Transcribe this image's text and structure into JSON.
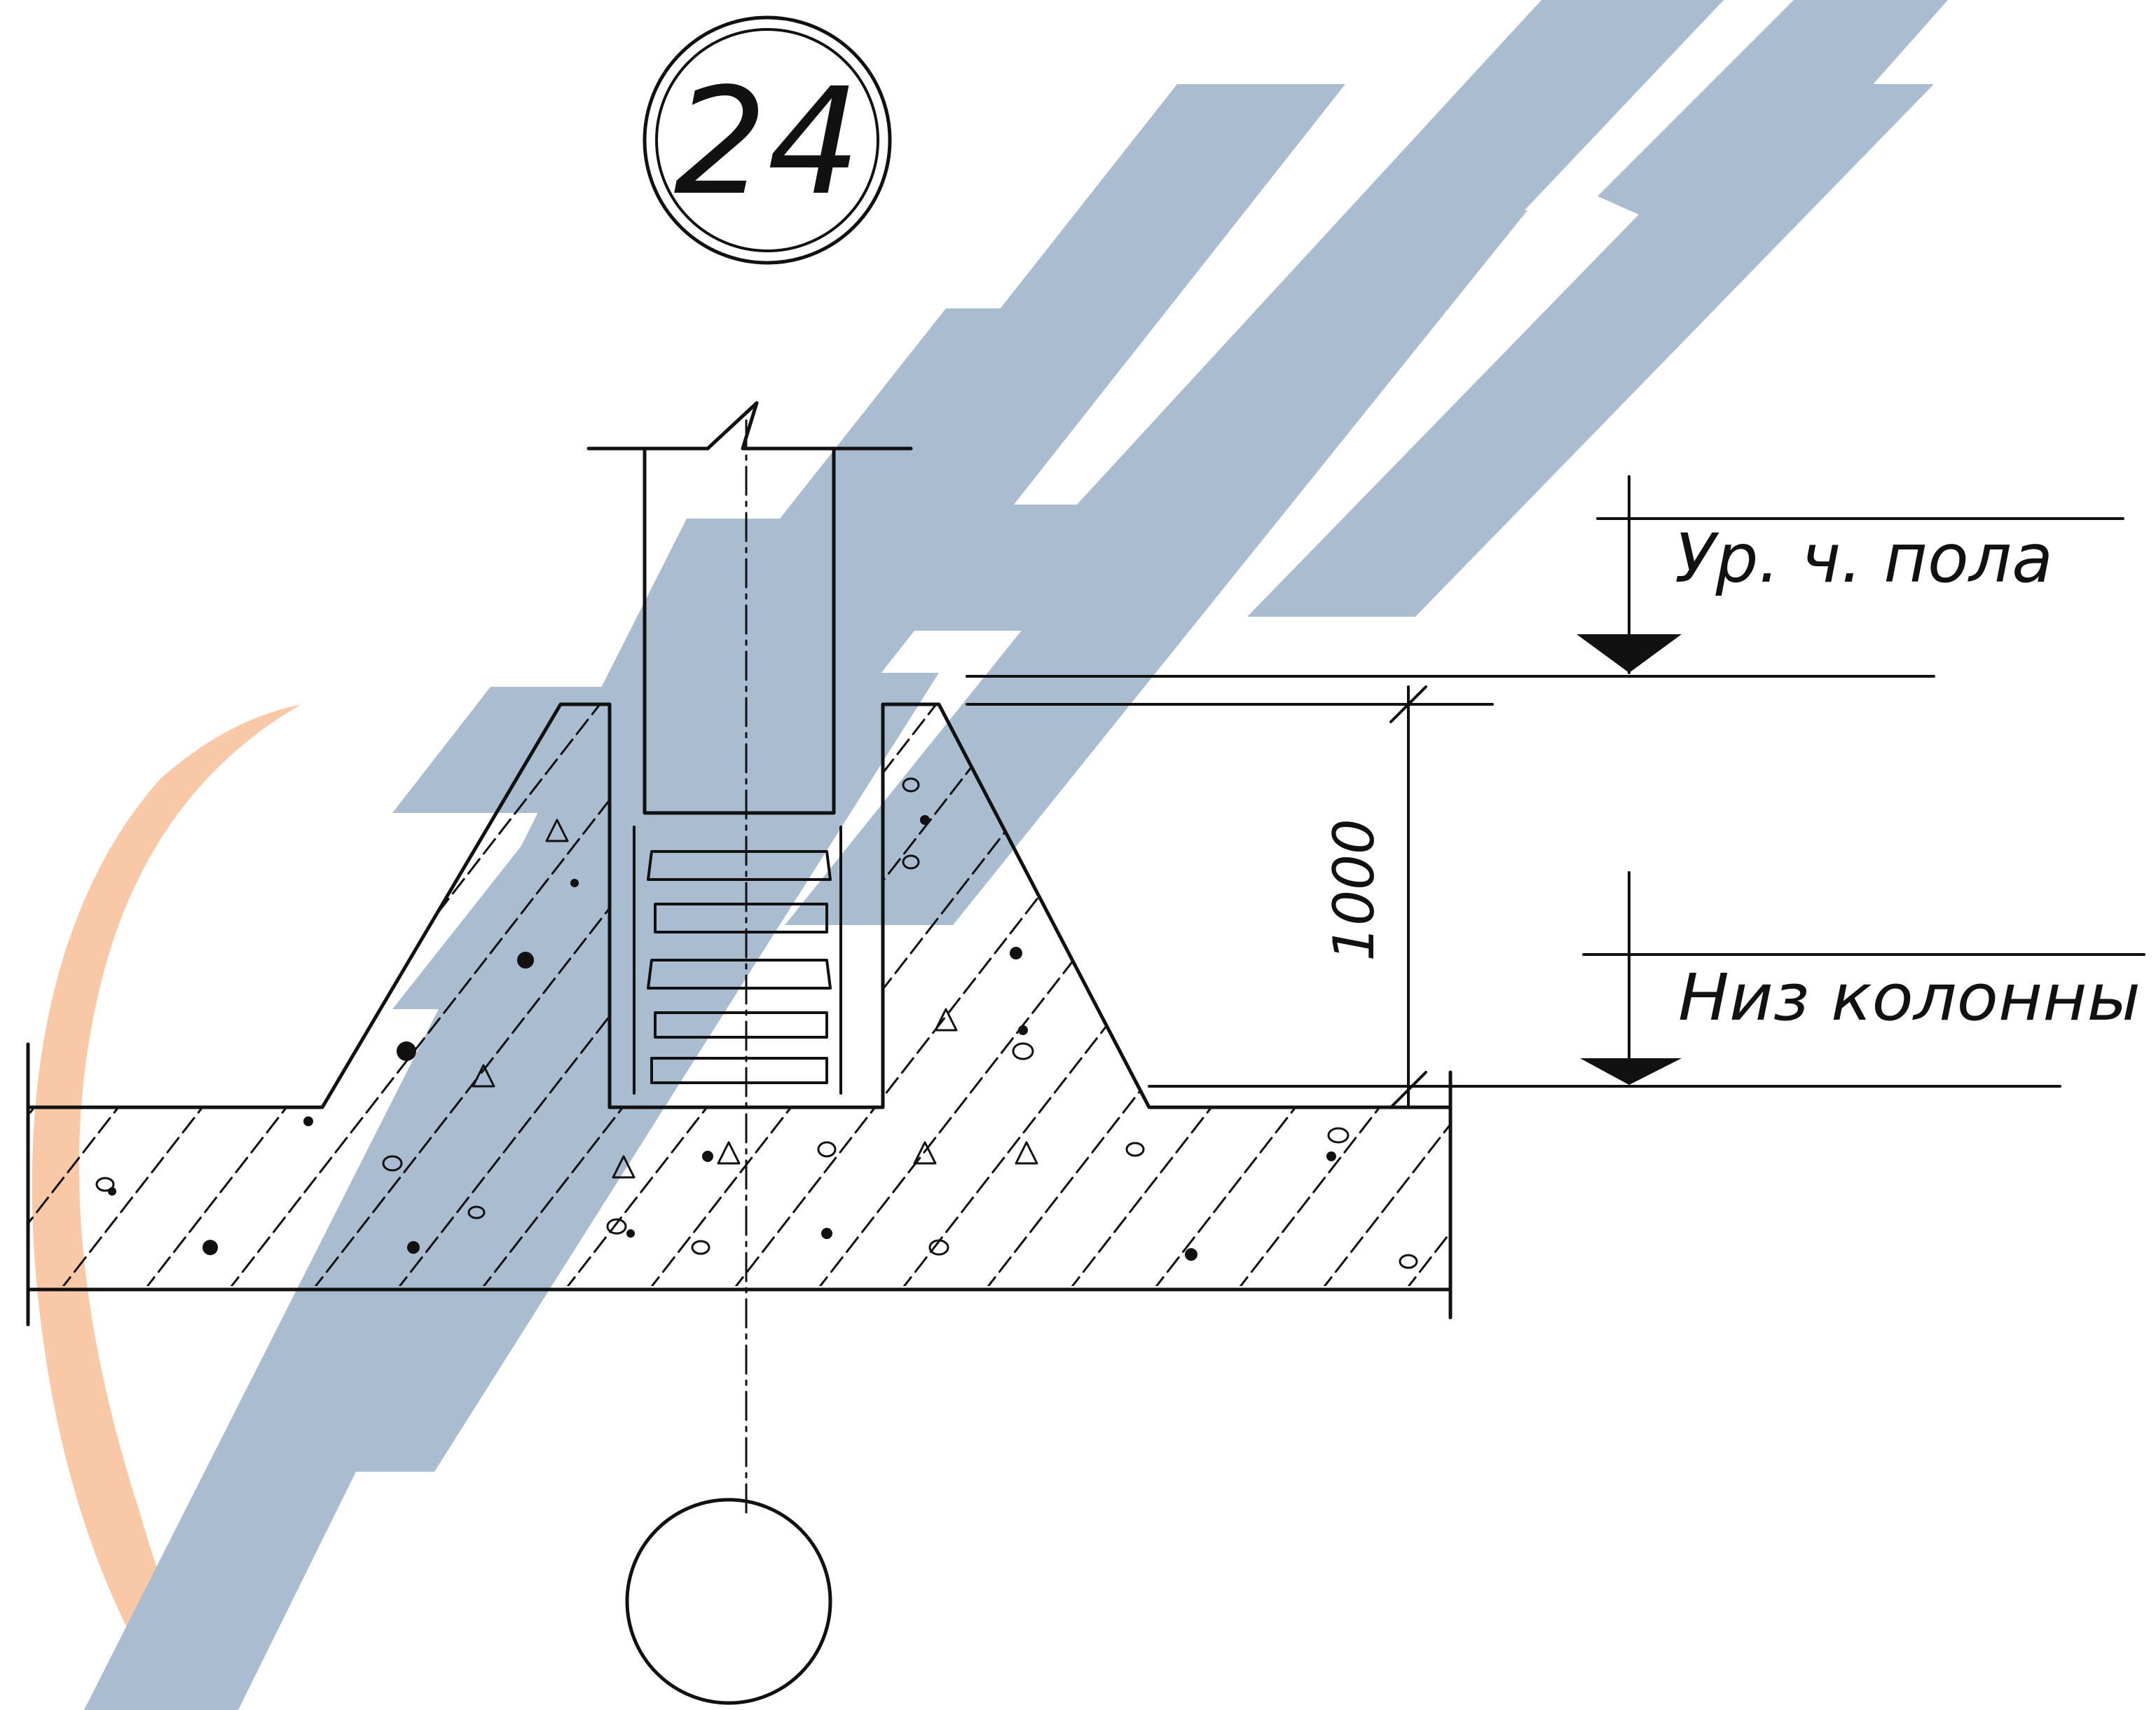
{
  "detail": {
    "number": "24"
  },
  "dimension": {
    "value": "1000"
  },
  "levels": {
    "floor": "Ур. ч. пола",
    "column_bottom": "Низ колонны"
  },
  "watermark": {
    "colors": {
      "blue": "#a9bcd0",
      "orange": "#f9c9a7"
    }
  }
}
